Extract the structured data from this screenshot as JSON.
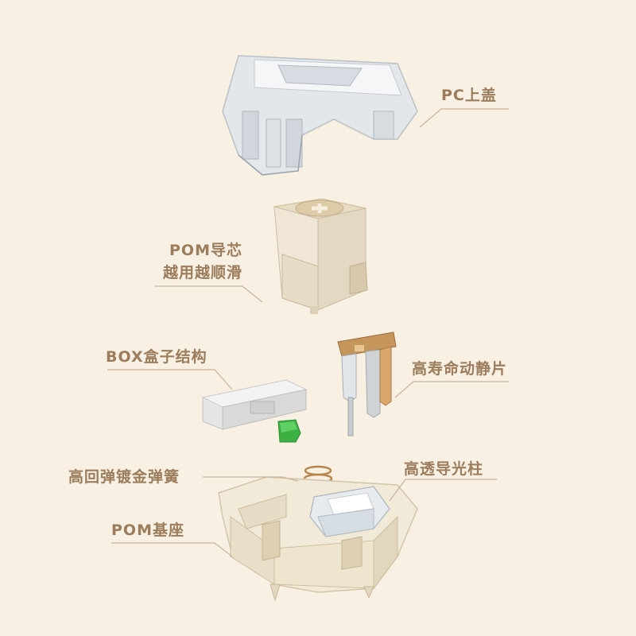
{
  "labels": {
    "pc_cover": "PC上盖",
    "pom_stem_line1": "POM导芯",
    "pom_stem_line2": "越用越顺滑",
    "box_structure": "BOX盒子结构",
    "contact_leaf": "高寿命动静片",
    "gold_spring": "高回弹镀金弹簧",
    "light_pipe": "高透导光柱",
    "pom_base": "POM基座"
  },
  "colors": {
    "background": "#f8f0e2",
    "label_text": "#9b7c5c",
    "leader_line": "#c9b59c",
    "housing_clear": "#e6e9ec",
    "stem_pom": "#efe6d6",
    "contact_copper": "#c4965c",
    "spring_gold": "#b8874e",
    "green_part": "#3cb043"
  }
}
